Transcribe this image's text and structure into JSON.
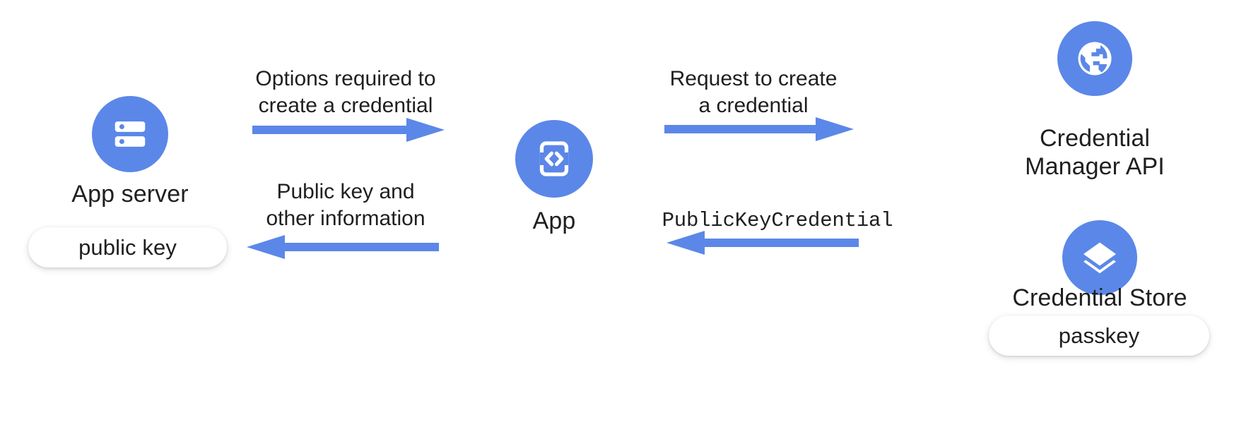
{
  "diagram": {
    "title": "Passkey creation flow",
    "accent_color": "#5b87e8",
    "text_color": "#1f1f1f",
    "background": "#ffffff"
  },
  "nodes": [
    {
      "id": "app-server",
      "label": "App server",
      "icon": "server-icon",
      "pill": "public key"
    },
    {
      "id": "app",
      "label": "App",
      "icon": "app-code-device-icon",
      "pill": null
    },
    {
      "id": "credential-manager-api",
      "label": "Credential\nManager API",
      "icon": "globe-icon",
      "pill": null
    },
    {
      "id": "credential-store",
      "label": "Credential Store",
      "icon": "layers-icon",
      "pill": "passkey"
    }
  ],
  "arrows": [
    {
      "id": "options-required",
      "label": "Options required to\ncreate a credential",
      "direction": "right",
      "mono": false
    },
    {
      "id": "public-key-response",
      "label": "Public key and\nother information",
      "direction": "left",
      "mono": false
    },
    {
      "id": "request-to-create",
      "label": "Request to create\na credential",
      "direction": "right",
      "mono": false
    },
    {
      "id": "public-key-credential",
      "label": "PublicKeyCredential",
      "direction": "left",
      "mono": true
    }
  ]
}
